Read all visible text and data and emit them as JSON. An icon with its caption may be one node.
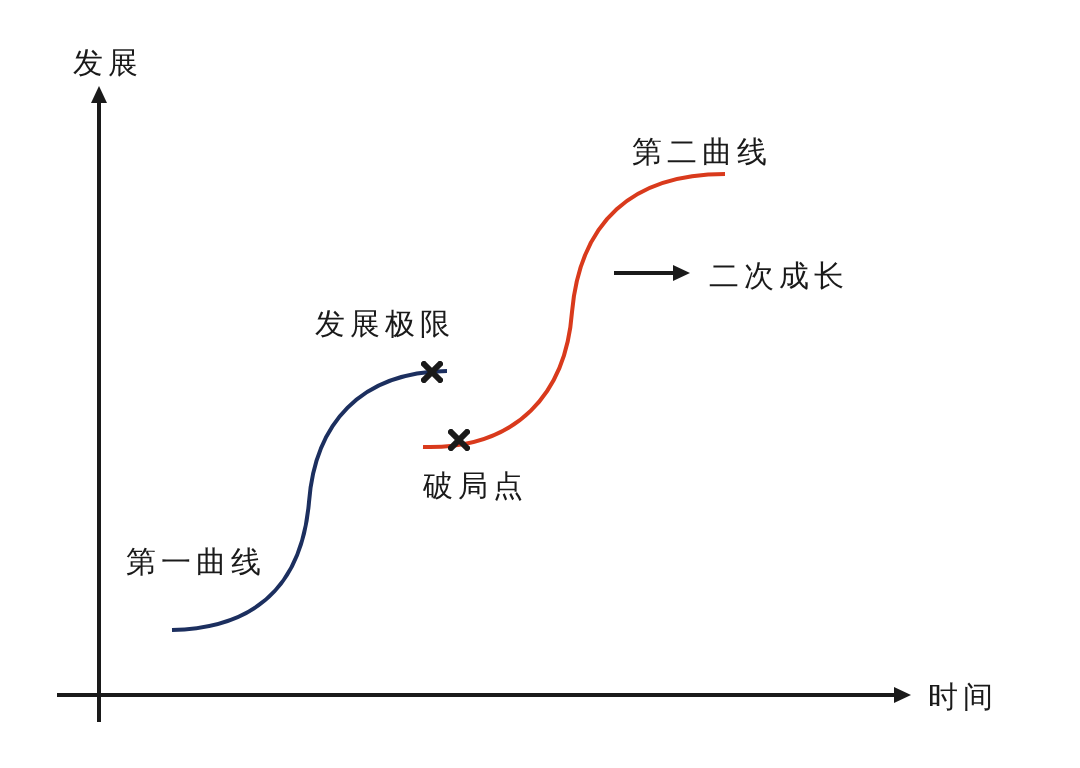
{
  "diagram": {
    "labels": [
      "发展",
      "第二曲线",
      "二次成长",
      "发展极限",
      "破局点",
      "第一曲线",
      "时间"
    ]
  }
}
